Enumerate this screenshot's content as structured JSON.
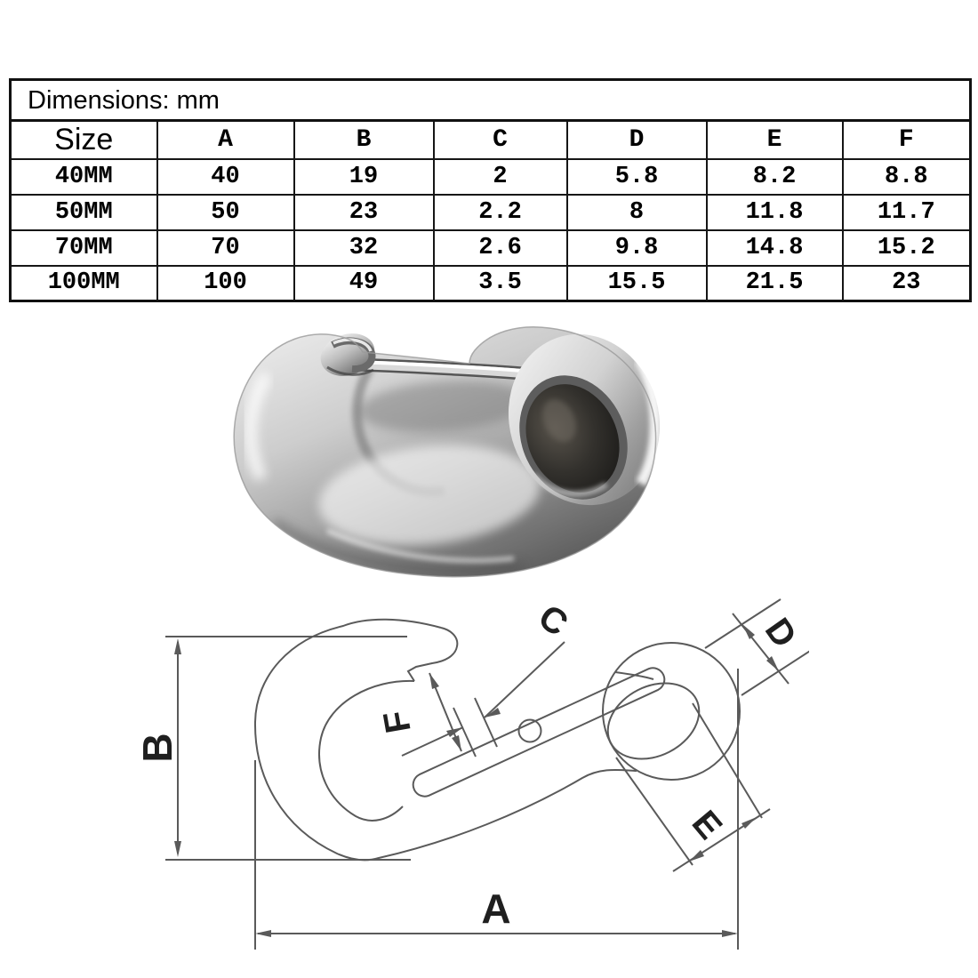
{
  "table": {
    "title": "Dimensions: mm",
    "size_header": "Size",
    "columns": [
      "A",
      "B",
      "C",
      "D",
      "E",
      "F"
    ],
    "rows": [
      {
        "size": "40MM",
        "values": [
          "40",
          "19",
          "2",
          "5.8",
          "8.2",
          "8.8"
        ]
      },
      {
        "size": "50MM",
        "values": [
          "50",
          "23",
          "2.2",
          "8",
          "11.8",
          "11.7"
        ]
      },
      {
        "size": "70MM",
        "values": [
          "70",
          "32",
          "2.6",
          "9.8",
          "14.8",
          "15.2"
        ]
      },
      {
        "size": "100MM",
        "values": [
          "100",
          "49",
          "3.5",
          "15.5",
          "21.5",
          "23"
        ]
      }
    ]
  },
  "diagram": {
    "labels": {
      "a": "A",
      "b": "B",
      "c": "C",
      "d": "D",
      "e": "E",
      "f": "F"
    }
  },
  "colors": {
    "table_border": "#111111",
    "drawing_line": "#5a5a5a",
    "label_text": "#1f1f1f",
    "metal_light": "#efefef",
    "metal_dark": "#5f5f5f",
    "eye_hole": "#1d1c1a"
  }
}
